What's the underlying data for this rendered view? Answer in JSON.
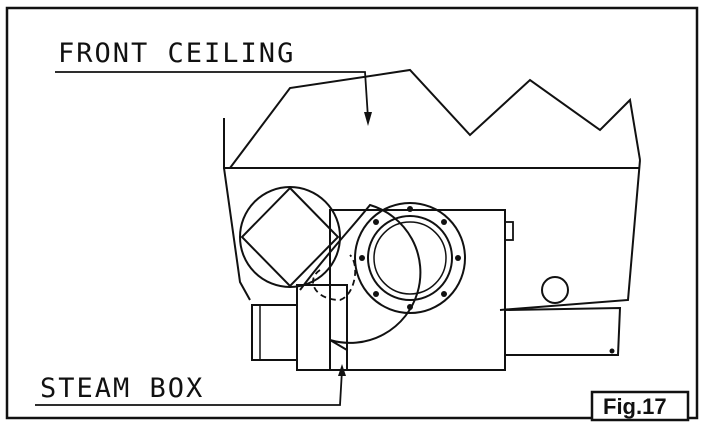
{
  "labels": {
    "front_ceiling": "FRONT CEILING",
    "steam_box": "STEAM BOX"
  },
  "figure_label": "Fig.17"
}
